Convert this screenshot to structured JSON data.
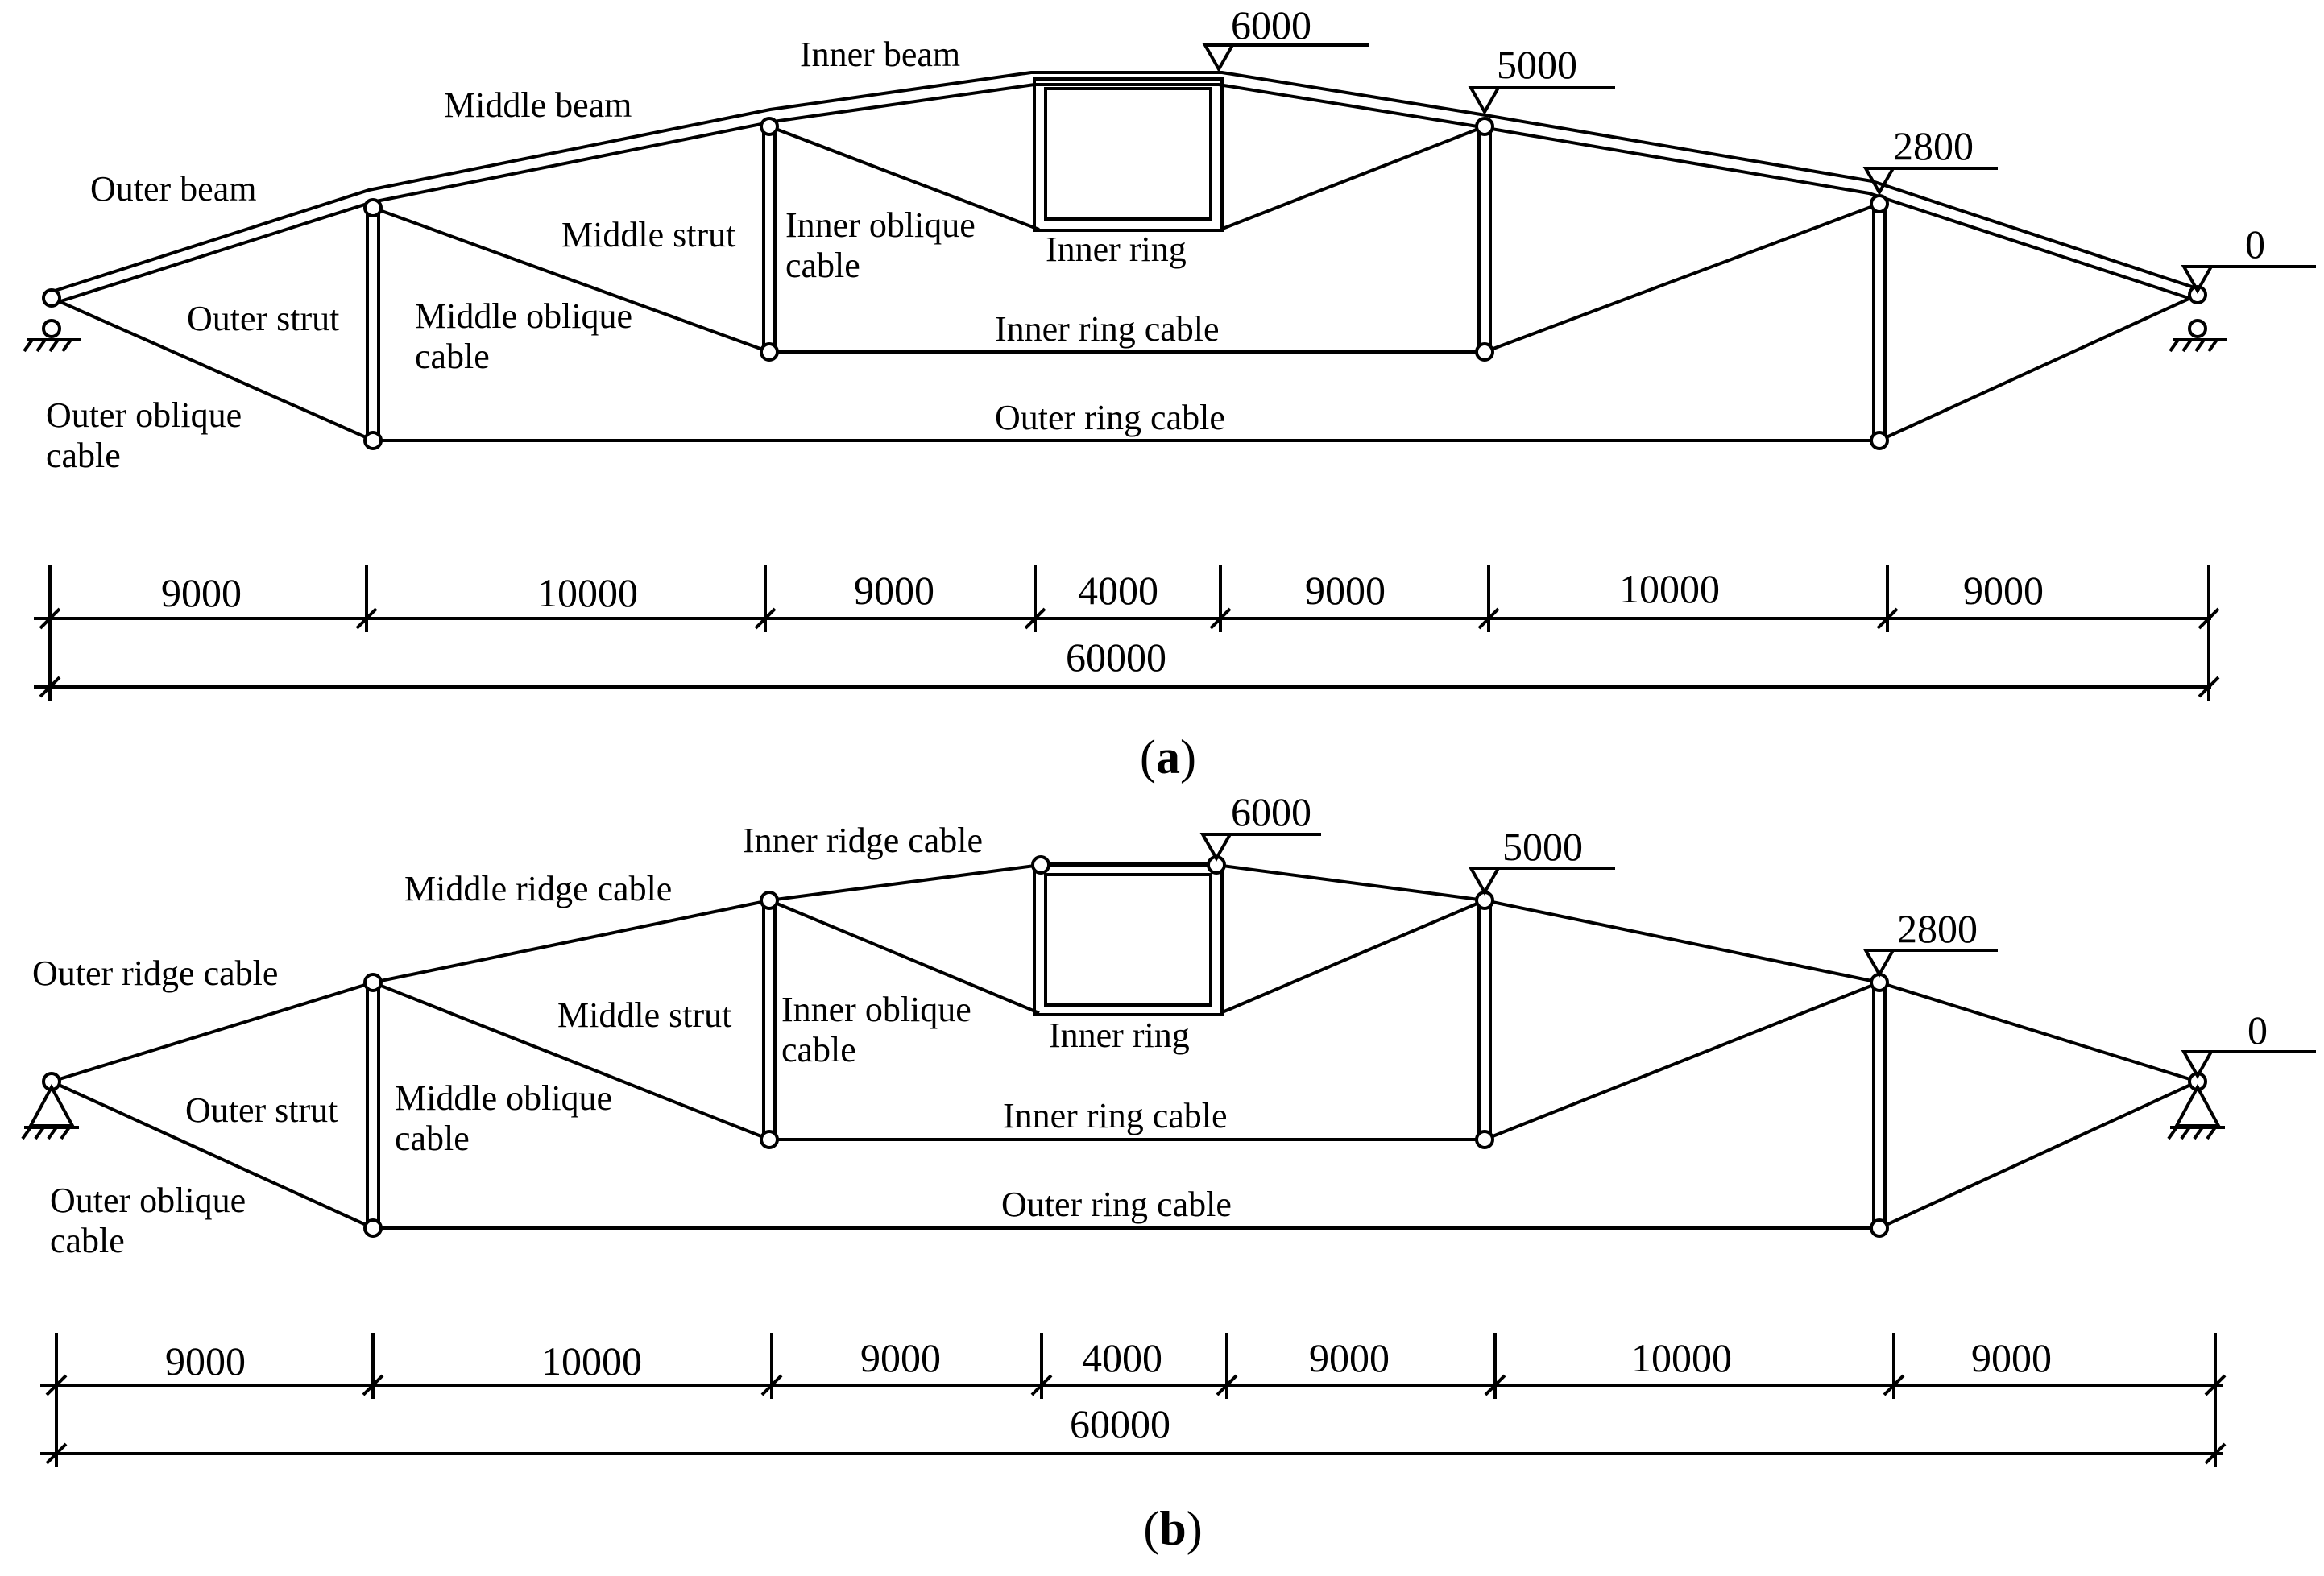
{
  "diagram_a": {
    "caption_letter": "a",
    "labels": {
      "inner_beam": "Inner beam",
      "middle_beam": "Middle beam",
      "outer_beam": "Outer beam",
      "outer_strut": "Outer strut",
      "middle_strut": "Middle strut",
      "inner_oblique_cable": [
        "Inner oblique",
        "cable"
      ],
      "middle_oblique_cable": [
        "Middle oblique",
        "cable"
      ],
      "outer_oblique_cable": [
        "Outer oblique",
        "cable"
      ],
      "inner_ring": "Inner ring",
      "inner_ring_cable": "Inner ring cable",
      "outer_ring_cable": "Outer ring cable"
    },
    "elevations": [
      "6000",
      "5000",
      "2800",
      "0"
    ],
    "spans": [
      "9000",
      "10000",
      "9000",
      "4000",
      "9000",
      "10000",
      "9000"
    ],
    "total": "60000"
  },
  "diagram_b": {
    "caption_letter": "b",
    "labels": {
      "inner_ridge_cable": "Inner ridge cable",
      "middle_ridge_cable": "Middle ridge cable",
      "outer_ridge_cable": "Outer ridge cable",
      "outer_strut": "Outer strut",
      "middle_strut": "Middle strut",
      "inner_oblique_cable": [
        "Inner oblique",
        "cable"
      ],
      "middle_oblique_cable": [
        "Middle oblique",
        "cable"
      ],
      "outer_oblique_cable": [
        "Outer oblique",
        "cable"
      ],
      "inner_ring": "Inner ring",
      "inner_ring_cable": "Inner ring cable",
      "outer_ring_cable": "Outer ring cable"
    },
    "elevations": [
      "6000",
      "5000",
      "2800",
      "0"
    ],
    "spans": [
      "9000",
      "10000",
      "9000",
      "4000",
      "9000",
      "10000",
      "9000"
    ],
    "total": "60000"
  }
}
